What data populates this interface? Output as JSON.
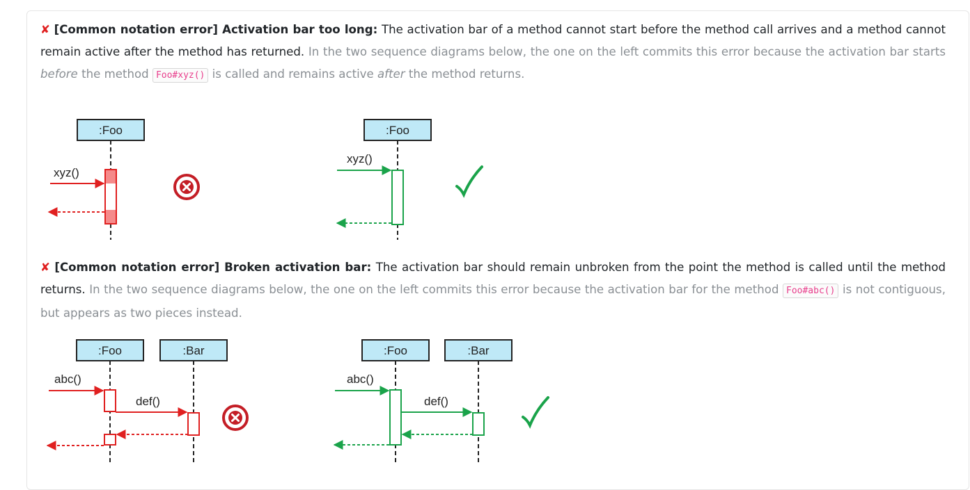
{
  "error1": {
    "icon": "cross-mark-icon",
    "heading": "[Common notation error] Activation bar too long:",
    "rule_text": "The activation bar of a method cannot start before the method call arrives and a method cannot remain active after the method has returned.",
    "explain_before": "In the two sequence diagrams below, the one on the left commits this error because the activation bar starts",
    "em1": "before",
    "explain_mid1": "the method",
    "code": "Foo#xyz()",
    "explain_mid2": "is called and remains active",
    "em2": "after",
    "explain_end": "the method returns.",
    "diagram_wrong": {
      "lifeline": ":Foo",
      "message": "xyz()"
    },
    "diagram_right": {
      "lifeline": ":Foo",
      "message": "xyz()"
    }
  },
  "error2": {
    "icon": "cross-mark-icon",
    "heading": "[Common notation error] Broken activation bar:",
    "rule_text": "The activation bar should remain unbroken from the point the method is called until the method returns.",
    "explain_before": "In the two sequence diagrams below, the one on the left commits this error because the activation bar for the method",
    "code": "Foo#abc()",
    "explain_end": "is not contiguous, but appears as two pieces instead.",
    "diagram_wrong": {
      "lifeline1": ":Foo",
      "lifeline2": ":Bar",
      "message1": "abc()",
      "message2": "def()"
    },
    "diagram_right": {
      "lifeline1": ":Foo",
      "lifeline2": ":Bar",
      "message1": "abc()",
      "message2": "def()"
    }
  },
  "colors": {
    "error_red": "#e02020",
    "ok_green": "#1aa34a",
    "lifeline_fill": "#bfe9f7"
  }
}
